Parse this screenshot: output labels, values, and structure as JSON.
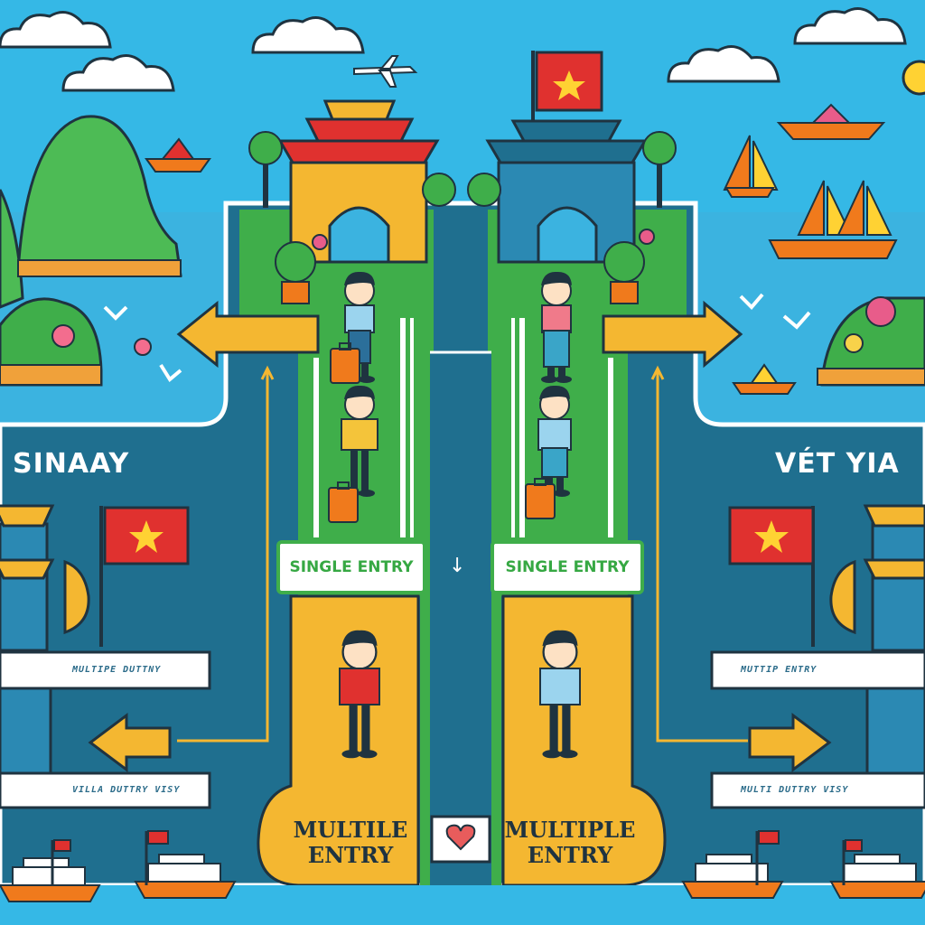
{
  "labels": {
    "left_title": "SINAAY",
    "right_title": "VÉT YIA",
    "single_entry_left": "SINGLE ENTRY",
    "single_entry_right": "SINGLE ENTRY",
    "multiple_left_line1": "MULTILE",
    "multiple_left_line2": "ENTRY",
    "multiple_right_line1": "MULTIPLE",
    "multiple_right_line2": "ENTRY",
    "sign_left_upper": "MULTIPE DUTTNY",
    "sign_left_lower": "VILLA DUTTRY VISY",
    "sign_right_upper": "MUTTIP ENTRY",
    "sign_right_lower": "MULTI DUTTRY VISY",
    "flow_mark": "↓"
  },
  "colors": {
    "sky": "#35b8e6",
    "sea": "#3bb3e0",
    "road": "#1f6f8f",
    "grass": "#3fae4a",
    "mountain": "#4dbb55",
    "arrow": "#f4b731",
    "flag_red": "#e0312f",
    "star_yellow": "#ffd233",
    "boat_orange": "#f07a1c"
  },
  "icons": [
    "cloud-icon",
    "airplane-icon",
    "sun-icon",
    "vietnam-flag-icon",
    "gate-icon",
    "pagoda-icon",
    "boat-icon",
    "sailboat-icon",
    "mountain-icon",
    "tree-icon",
    "flower-icon",
    "bird-icon",
    "person-icon",
    "suitcase-icon",
    "arrow-icon",
    "heart-icon"
  ]
}
